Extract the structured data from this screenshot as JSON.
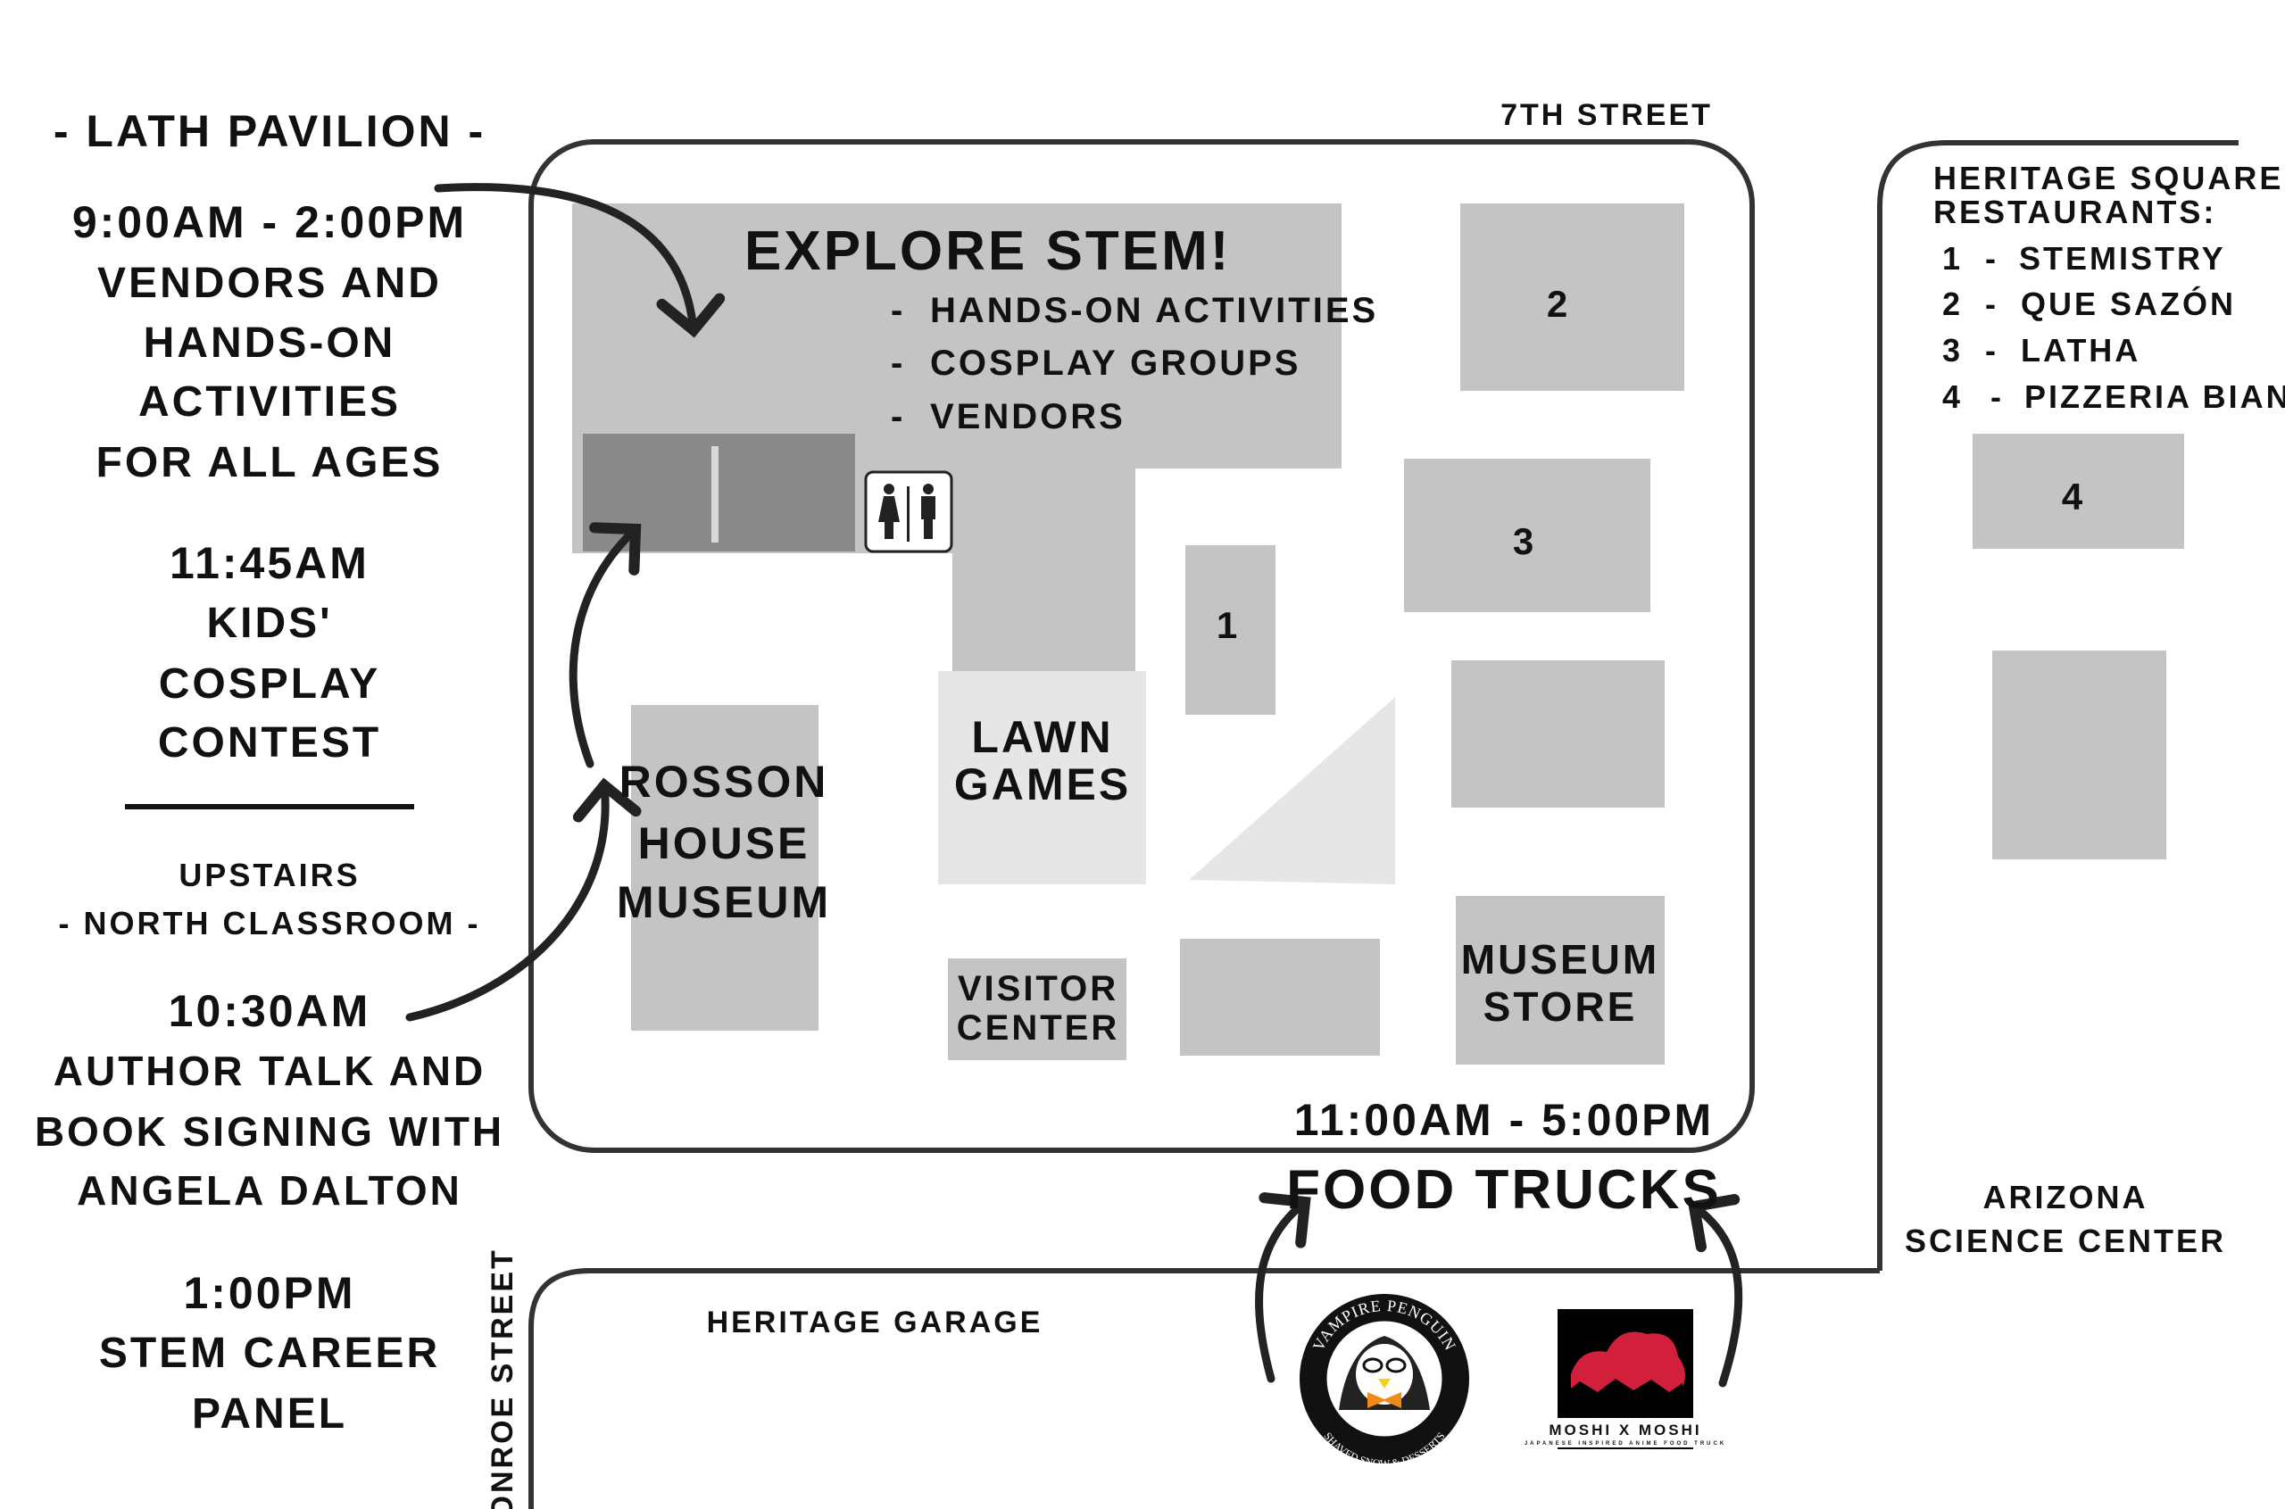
{
  "schedule": {
    "pavilion_title": "- LATH PAVILION -",
    "pavilion_time": "9:00AM - 2:00PM",
    "pavilion_desc": [
      "VENDORS AND",
      "HANDS-ON",
      "ACTIVITIES",
      "FOR ALL AGES"
    ],
    "contest_time": "11:45AM",
    "contest_desc": [
      "KIDS'",
      "COSPLAY",
      "CONTEST"
    ],
    "upstairs_label": "UPSTAIRS",
    "classroom_label": "- NORTH CLASSROOM -",
    "talk_time": "10:30AM",
    "talk_desc": [
      "AUTHOR TALK AND",
      "BOOK SIGNING WITH",
      "ANGELA DALTON"
    ],
    "panel_time": "1:00PM",
    "panel_desc": [
      "STEM CAREER",
      "PANEL"
    ]
  },
  "streets": {
    "north": "7TH STREET",
    "west": "MONROE STREET",
    "garage": "HERITAGE GARAGE"
  },
  "buildings": {
    "explore_title": "EXPLORE STEM!",
    "explore_items": [
      "HANDS-ON ACTIVITIES",
      "COSPLAY GROUPS",
      "VENDORS"
    ],
    "bullet": "-",
    "lawn_games": [
      "LAWN",
      "GAMES"
    ],
    "rosson": [
      "ROSSON",
      "HOUSE",
      "MUSEUM"
    ],
    "visitor": [
      "VISITOR",
      "CENTER"
    ],
    "museum_store": [
      "MUSEUM",
      "STORE"
    ],
    "num1": "1",
    "num2": "2",
    "num3": "3",
    "num4": "4"
  },
  "food": {
    "time": "11:00AM - 5:00PM",
    "title": "FOOD TRUCKS",
    "truck1": {
      "name": "VAMPIRE PENGUIN",
      "tagline": "SHAVED SNOW & DESSERTS"
    },
    "truck2": {
      "name": "MOSHI X MOSHI",
      "tagline": "JAPANESE INSPIRED ANIME FOOD TRUCK"
    }
  },
  "restaurants": {
    "title1": "HERITAGE SQUARE",
    "title2": "RESTAURANTS:",
    "items": [
      {
        "num": "1",
        "name": "STEMISTRY"
      },
      {
        "num": "2",
        "name": "QUE SAZÓN"
      },
      {
        "num": "3",
        "name": "LATHA"
      },
      {
        "num": "4",
        "name": "PIZZERIA BIANCO"
      }
    ],
    "dash": "-"
  },
  "science_center": [
    "ARIZONA",
    "SCIENCE CENTER"
  ],
  "colors": {
    "building": "#c4c4c4",
    "light": "#e6e6e6",
    "dark": "#8a8a8a",
    "moshi_red": "#d21f3c",
    "bowtie": "#f08a1c"
  }
}
